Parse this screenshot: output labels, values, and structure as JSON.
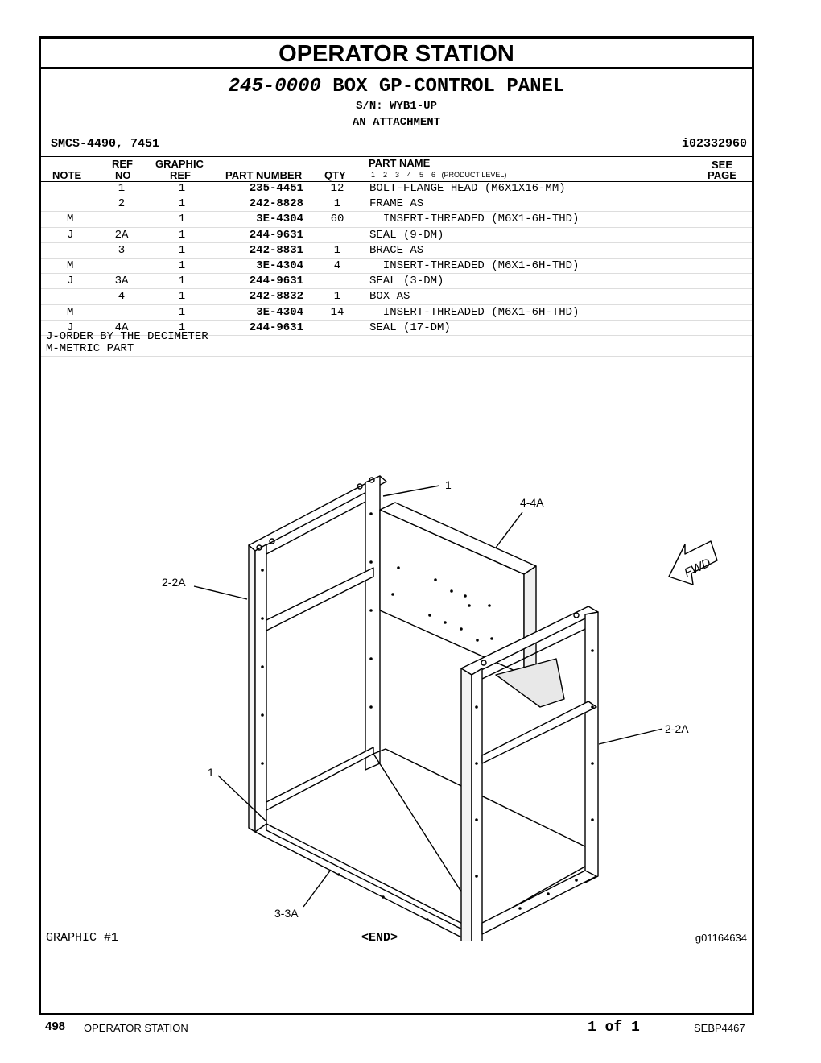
{
  "section_title": "OPERATOR STATION",
  "group": {
    "number": "245-0000",
    "name": "BOX GP-CONTROL PANEL",
    "serial": "S/N: WYB1-UP",
    "attachment": "AN ATTACHMENT"
  },
  "smcs": "SMCS-4490, 7451",
  "illustration_id": "i02332960",
  "headers": {
    "note": "NOTE",
    "ref_top": "REF",
    "ref_bottom": "NO",
    "graphic_top": "GRAPHIC",
    "graphic_bottom": "REF",
    "part_number": "PART NUMBER",
    "qty": "QTY",
    "part_name": "PART NAME",
    "levels": "1    2    3    4    5    6   (PRODUCT LEVEL)",
    "see_top": "SEE",
    "see_bottom": "PAGE"
  },
  "parts": [
    {
      "note": "",
      "ref": "1",
      "graphic": "1",
      "part_number": "235-4451",
      "qty": "12",
      "name": "BOLT-FLANGE HEAD (M6X1X16-MM)"
    },
    {
      "note": "",
      "ref": "2",
      "graphic": "1",
      "part_number": "242-8828",
      "qty": "1",
      "name": "FRAME AS"
    },
    {
      "note": "M",
      "ref": "",
      "graphic": "1",
      "part_number": "3E-4304",
      "qty": "60",
      "name": "  INSERT-THREADED (M6X1-6H-THD)"
    },
    {
      "note": "J",
      "ref": "2A",
      "graphic": "1",
      "part_number": "244-9631",
      "qty": "",
      "name": "SEAL (9-DM)"
    },
    {
      "note": "",
      "ref": "3",
      "graphic": "1",
      "part_number": "242-8831",
      "qty": "1",
      "name": "BRACE AS"
    },
    {
      "note": "M",
      "ref": "",
      "graphic": "1",
      "part_number": "3E-4304",
      "qty": "4",
      "name": "  INSERT-THREADED (M6X1-6H-THD)"
    },
    {
      "note": "J",
      "ref": "3A",
      "graphic": "1",
      "part_number": "244-9631",
      "qty": "",
      "name": "SEAL (3-DM)"
    },
    {
      "note": "",
      "ref": "4",
      "graphic": "1",
      "part_number": "242-8832",
      "qty": "1",
      "name": "BOX AS"
    },
    {
      "note": "M",
      "ref": "",
      "graphic": "1",
      "part_number": "3E-4304",
      "qty": "14",
      "name": "  INSERT-THREADED (M6X1-6H-THD)"
    },
    {
      "note": "J",
      "ref": "4A",
      "graphic": "1",
      "part_number": "244-9631",
      "qty": "",
      "name": "SEAL (17-DM)"
    }
  ],
  "notes": [
    "J-ORDER BY THE DECIMETER",
    "M-METRIC PART"
  ],
  "callouts": {
    "c1_top": "1",
    "c44a": "4-4A",
    "c22a_left": "2-2A",
    "c22a_right": "2-2A",
    "c1_bottom": "1",
    "c33a": "3-3A",
    "fwd": "FWD"
  },
  "graphic_label": "GRAPHIC #1",
  "end_label": "<END>",
  "graphic_id": "g01164634",
  "footer": {
    "page": "498",
    "section": "OPERATOR STATION",
    "page_of": "1 of 1",
    "doc": "SEBP4467"
  }
}
